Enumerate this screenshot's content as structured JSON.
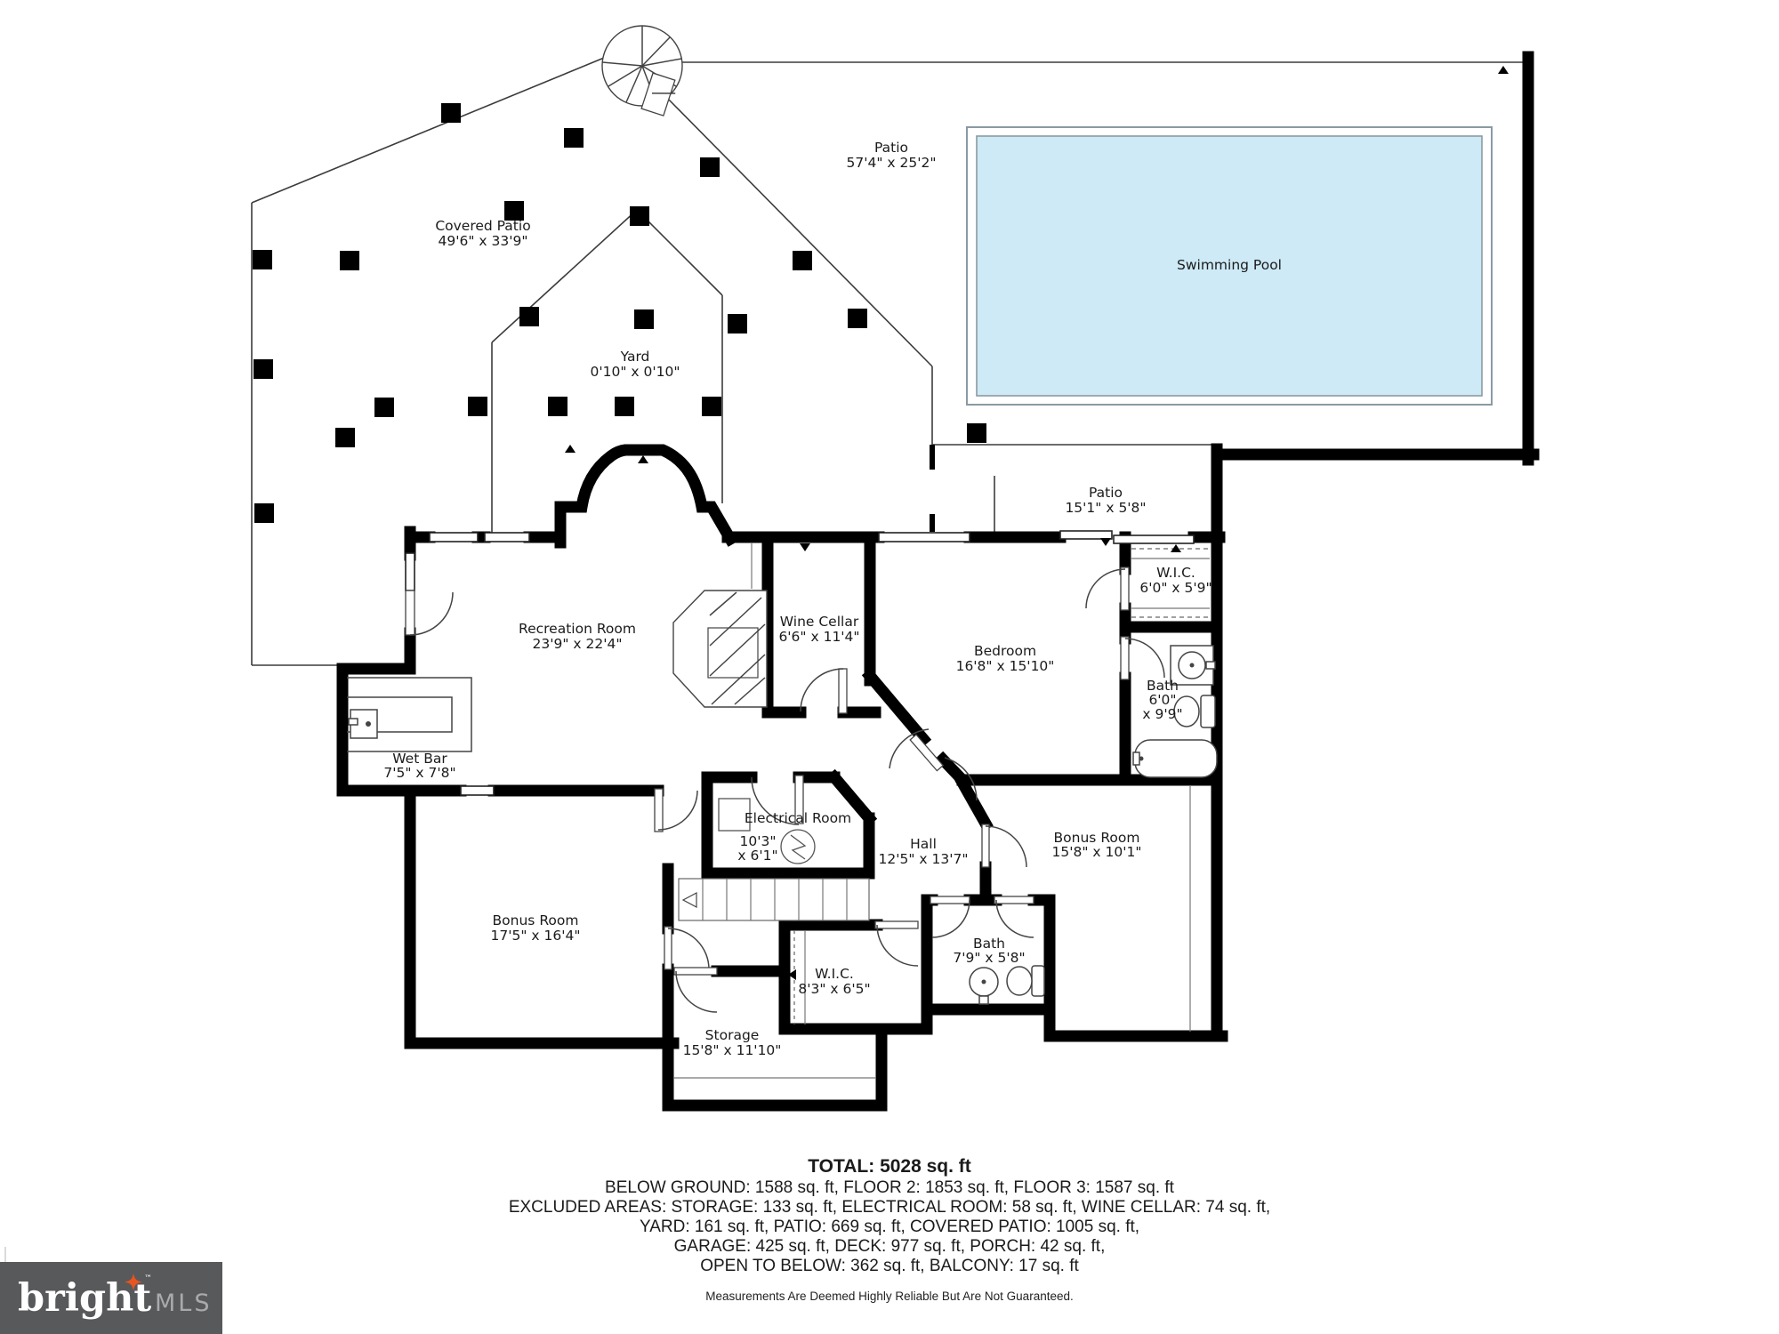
{
  "plan": {
    "rooms": [
      {
        "id": "patio-upper",
        "name": "Patio",
        "dims": "57'4\" x 25'2\""
      },
      {
        "id": "covered-patio",
        "name": "Covered Patio",
        "dims": "49'6\" x 33'9\""
      },
      {
        "id": "yard",
        "name": "Yard",
        "dims": "0'10\" x 0'10\""
      },
      {
        "id": "swimming-pool",
        "name": "Swimming Pool",
        "dims": ""
      },
      {
        "id": "patio-rear",
        "name": "Patio",
        "dims": "15'1\" x 5'8\""
      },
      {
        "id": "wic-bedroom",
        "name": "W.I.C.",
        "dims": "6'0\" x 5'9\""
      },
      {
        "id": "bedroom",
        "name": "Bedroom",
        "dims": "16'8\" x 15'10\""
      },
      {
        "id": "bath-bedroom",
        "name": "Bath",
        "dims": "6'0\"",
        "dims2": "x 9'9\""
      },
      {
        "id": "wine-cellar",
        "name": "Wine Cellar",
        "dims": "6'6\" x 11'4\""
      },
      {
        "id": "recreation-room",
        "name": "Recreation Room",
        "dims": "23'9\" x 22'4\""
      },
      {
        "id": "wet-bar",
        "name": "Wet Bar",
        "dims": "7'5\" x 7'8\""
      },
      {
        "id": "electrical-room",
        "name": "Electrical Room",
        "dims": "10'3\"",
        "dims2": "x 6'1\""
      },
      {
        "id": "hall",
        "name": "Hall",
        "dims": "12'5\" x 13'7\""
      },
      {
        "id": "bonus-room-east",
        "name": "Bonus Room",
        "dims": "15'8\" x 10'1\""
      },
      {
        "id": "bonus-room-west",
        "name": "Bonus Room",
        "dims": "17'5\" x 16'4\""
      },
      {
        "id": "wic-lower",
        "name": "W.I.C.",
        "dims": "8'3\" x 6'5\""
      },
      {
        "id": "bath-lower",
        "name": "Bath",
        "dims": "7'9\" x 5'8\""
      },
      {
        "id": "storage",
        "name": "Storage",
        "dims": "15'8\" x 11'10\""
      }
    ]
  },
  "summary": {
    "total": "TOTAL: 5028 sq. ft",
    "line1": "BELOW GROUND: 1588 sq. ft, FLOOR 2: 1853 sq. ft, FLOOR 3: 1587 sq. ft",
    "line2": "EXCLUDED AREAS: STORAGE: 133 sq. ft, ELECTRICAL ROOM: 58 sq. ft, WINE CELLAR: 74 sq. ft,",
    "line3": "YARD: 161 sq. ft, PATIO: 669 sq. ft, COVERED PATIO: 1005 sq. ft,",
    "line4": "GARAGE: 425 sq. ft, DECK: 977 sq. ft, PORCH: 42 sq. ft,",
    "line5": "OPEN TO BELOW: 362 sq. ft, BALCONY: 17 sq. ft",
    "disclaimer": "Measurements Are Deemed Highly Reliable But Are Not Guaranteed."
  },
  "branding": {
    "logo_text": "bright",
    "logo_tm": "™",
    "logo_suffix": "MLS"
  },
  "colors": {
    "pool_fill": "#cdeaf6",
    "pool_border": "#8a9aa2",
    "wall": "#000000",
    "logo_bg": "#58595b",
    "logo_star": "#e8551f"
  }
}
